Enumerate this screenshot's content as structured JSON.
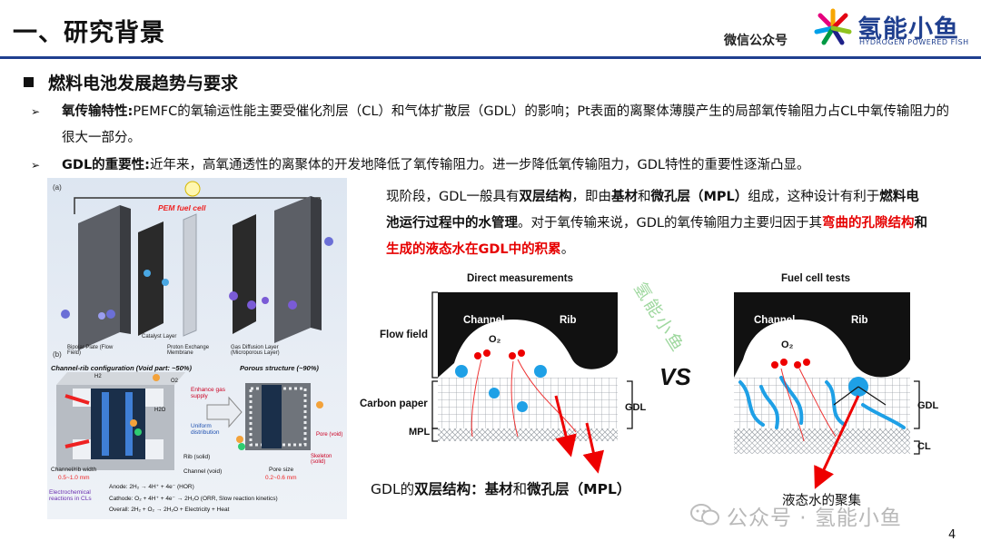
{
  "header": {
    "title": "一、研究背景",
    "wechat_label": "微信公众号",
    "brand_name": "氢能小鱼",
    "brand_subtitle": "HYDROGEN POWERED FISH",
    "accent_color": "#1f3f8f"
  },
  "section": {
    "heading": "燃料电池发展趋势与要求"
  },
  "bullets": [
    {
      "label": "氧传输特性:",
      "text": "PEMFC的氧输运性能主要受催化剂层（CL）和气体扩散层（GDL）的影响；Pt表面的离聚体薄膜产生的局部氧传输阻力占CL中氧传输阻力的很大一部分。"
    },
    {
      "label": "GDL的重要性:",
      "text": "近年来，高氧通透性的离聚体的开发地降低了氧传输阻力。进一步降低氧传输阻力，GDL特性的重要性逐渐凸显。"
    }
  ],
  "paragraph": {
    "p1": "现阶段，GDL一般具有",
    "p2": "双层结构",
    "p3": "，即由",
    "p4": "基材",
    "p5": "和",
    "p6": "微孔层（MPL）",
    "p7": "组成，这种设计有利于",
    "p8": "燃料电池运行过程中的水管理",
    "p9": "。对于氧传输来说，GDL的氧传输阻力主要归因于其",
    "p10": "弯曲的孔隙结构",
    "p11": "和",
    "p12": "生成的液态水在GDL中的积累",
    "p13": "。"
  },
  "figure_left": {
    "panel_a": "(a)",
    "panel_b": "(b)",
    "title": "PEM fuel cell",
    "h2": "H2",
    "o2": "O2",
    "h2o": "H2O",
    "catalyst_layer": "Catalyst Layer",
    "bipolar_plate": "Bipolar Plate (Flow Field)",
    "pem": "Proton Exchange Membrane",
    "gdl": "Gas Diffusion Layer (Microporous Layer)",
    "channel_rib": "Channel-rib configuration (Void part: ~50%)",
    "porous": "Porous structure (~90%)",
    "enhance": "Enhance gas supply",
    "uniform": "Uniform distribution",
    "pore": "Pore (void)",
    "skeleton": "Skeleton (solid)",
    "rib": "Rib (solid)",
    "channel": "Channel (void)",
    "channel_width": "Channel/rib width",
    "channel_width_val": "0.5~1.0 mm",
    "pore_size": "Pore size",
    "pore_size_val": "0.2~0.6 mm",
    "electrochem": "Electrochemical reactions in CLs",
    "anode": "Anode: 2H₂ → 4H⁺ + 4e⁻ (HOR)",
    "cathode": "Cathode: O₂ + 4H⁺ + 4e⁻ → 2H₂O (ORR, Slow reaction kinetics)",
    "overall": "Overall: 2H₂ + O₂ → 2H₂O + Electricity + Heat"
  },
  "figure_right": {
    "direct": "Direct measurements",
    "fuelcell": "Fuel cell tests",
    "channel": "Channel",
    "rib": "Rib",
    "o2": "O₂",
    "flow_field": "Flow field",
    "carbon_paper": "Carbon paper",
    "mpl": "MPL",
    "gdl": "GDL",
    "cl": "CL",
    "vs": "VS",
    "watermark": "氢能小鱼"
  },
  "captions": {
    "left_pre": "GDL的",
    "left_b1": "双层结构",
    "left_mid": "：",
    "left_b2": "基材",
    "left_and": "和",
    "left_b3": "微孔层（MPL）",
    "right": "液态水的聚集"
  },
  "footer": {
    "watermark": "公众号 · 氢能小鱼",
    "page_number": "4"
  }
}
